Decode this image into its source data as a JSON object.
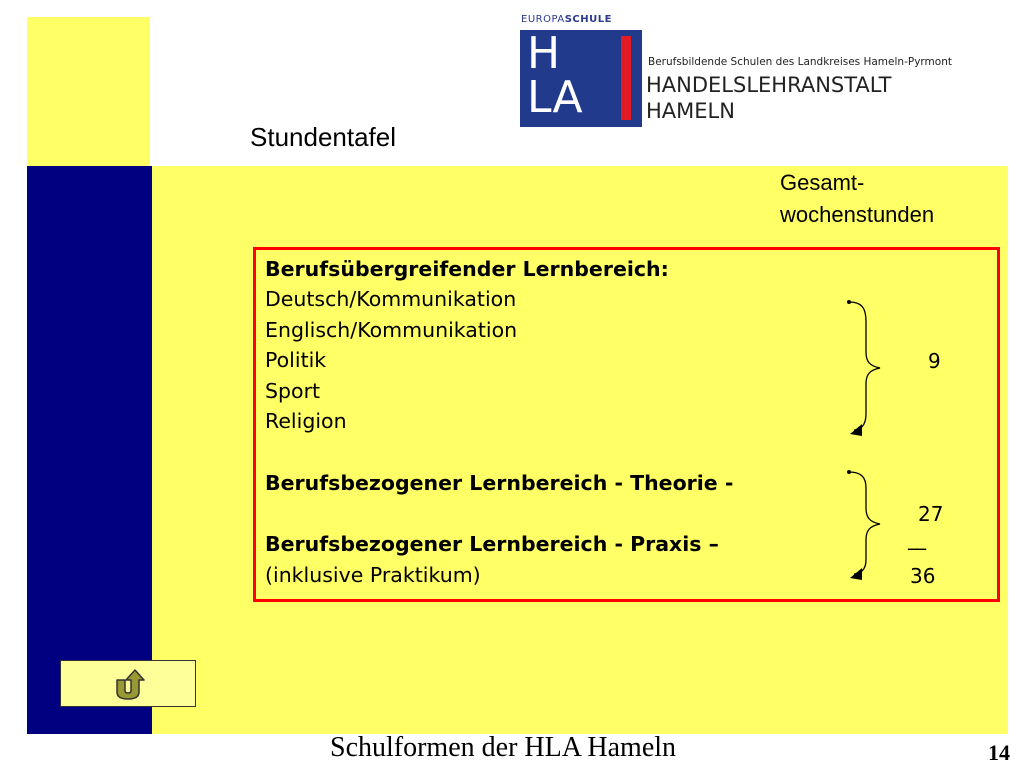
{
  "logo": {
    "europa_prefix": "EUROPA",
    "europa_suffix": "SCHULE",
    "letters_top": "H",
    "letters_bottom": "LA",
    "line1": "Berufsbildende Schulen des Landkreises Hameln-Pyrmont",
    "line2": "HANDELSLEHRANSTALT",
    "line3": "HAMELN",
    "colors": {
      "box": "#223a8c",
      "bar": "#e31b23"
    }
  },
  "slide": {
    "title": "Stundentafel",
    "column_header_line1": "Gesamt-",
    "column_header_line2": "wochenstunden",
    "section1_heading": "Berufsübergreifender Lernbereich:",
    "section1_items": [
      "Deutsch/Kommunikation",
      "Englisch/Kommunikation",
      "Politik",
      "Sport",
      "Religion"
    ],
    "section1_hours": "9",
    "section2_heading": "Berufsbezogener Lernbereich - Theorie -",
    "section3_heading": "Berufsbezogener Lernbereich - Praxis –",
    "section3_note": "(inklusive Praktikum)",
    "section23_hours": "27",
    "total_hours": "36",
    "total_rule": "__"
  },
  "nav": {
    "back_icon": "u-turn-back-arrow-icon"
  },
  "footer": {
    "text": "Schulformen der HLA Hameln",
    "page_number": "14"
  },
  "colors": {
    "yellow": "#ffff66",
    "navy": "#000080",
    "frame": "#ff0000"
  }
}
